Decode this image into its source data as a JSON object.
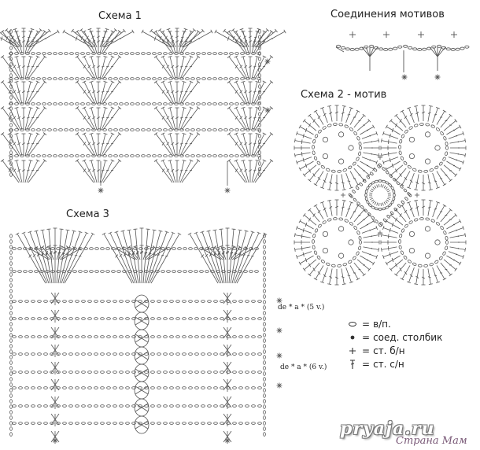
{
  "titles": {
    "scheme1": "Схема 1",
    "joins": "Соединения мотивов",
    "scheme2": "Схема 2 - мотив",
    "scheme3": "Схема 3"
  },
  "annotations": {
    "row5": "de * a *  (5 v.)",
    "row6": "de * a *  (6 v.)"
  },
  "legend": [
    {
      "symbol": "chain-oval",
      "text": "в/п."
    },
    {
      "symbol": "dot",
      "text": "соед. столбик"
    },
    {
      "symbol": "plus",
      "text": "ст. б/н"
    },
    {
      "symbol": "dc-stitch",
      "text": "ст. с/н"
    }
  ],
  "markers": {
    "star": "*"
  },
  "watermark": {
    "brand": "pryaja.ru",
    "sub": "Страна Мам"
  },
  "colors": {
    "ink": "#222222",
    "line": "#555555"
  }
}
